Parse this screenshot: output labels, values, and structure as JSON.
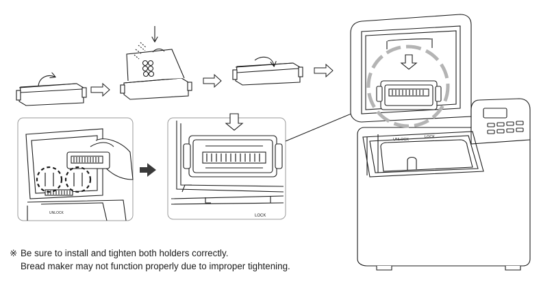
{
  "labels": {
    "unlock": "UNLOCK",
    "lock": "LOCK"
  },
  "note": {
    "symbol": "※",
    "line1": "Be sure to install and tighten both holders correctly.",
    "line2": "Bread maker may not function properly due to improper tightening."
  },
  "colors": {
    "line": "#1a1a1a",
    "highlight_circle": "#b4b4b4",
    "arrow_fill": "#3a3a3a",
    "panel_border": "#9a9a9a"
  }
}
